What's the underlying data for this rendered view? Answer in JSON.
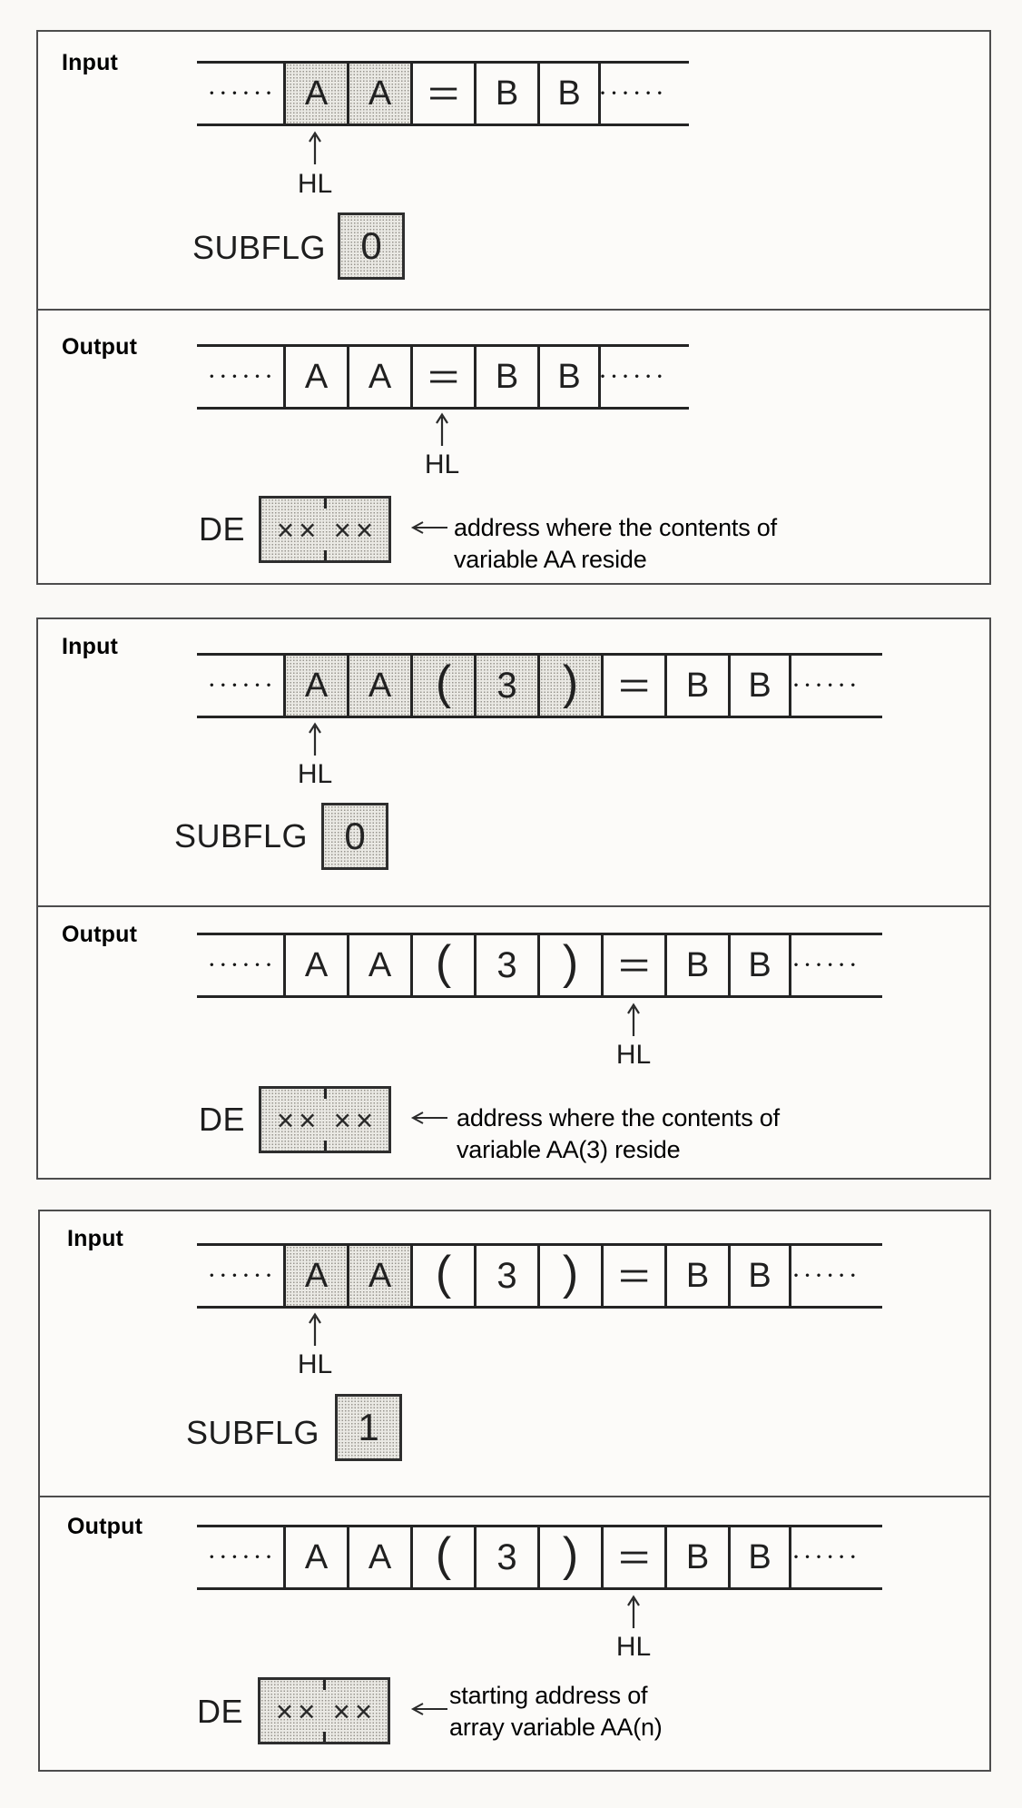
{
  "shared": {
    "dots": "••••••"
  },
  "panels": [
    {
      "input": {
        "label": "Input",
        "cells": [
          {
            "ch": "A",
            "shaded": true
          },
          {
            "ch": "A",
            "shaded": true
          },
          {
            "ch": "=",
            "shaded": false
          },
          {
            "ch": "B",
            "shaded": false
          },
          {
            "ch": "B",
            "shaded": false
          }
        ],
        "pointer_label": "HL",
        "register_label": "SUBFLG",
        "register_value": "0"
      },
      "output": {
        "label": "Output",
        "cells": [
          {
            "ch": "A",
            "shaded": false
          },
          {
            "ch": "A",
            "shaded": false
          },
          {
            "ch": "=",
            "shaded": false
          },
          {
            "ch": "B",
            "shaded": false
          },
          {
            "ch": "B",
            "shaded": false
          }
        ],
        "pointer_label": "HL",
        "register_label": "DE",
        "register_value": "×× ××",
        "annotation": {
          "line1": "address where the contents of",
          "line2": "variable AA reside"
        }
      }
    },
    {
      "input": {
        "label": "Input",
        "cells": [
          {
            "ch": "A",
            "shaded": true
          },
          {
            "ch": "A",
            "shaded": true
          },
          {
            "ch": "(",
            "shaded": true
          },
          {
            "ch": "3",
            "shaded": true
          },
          {
            "ch": ")",
            "shaded": true
          },
          {
            "ch": "=",
            "shaded": false
          },
          {
            "ch": "B",
            "shaded": false
          },
          {
            "ch": "B",
            "shaded": false
          }
        ],
        "pointer_label": "HL",
        "register_label": "SUBFLG",
        "register_value": "0"
      },
      "output": {
        "label": "Output",
        "cells": [
          {
            "ch": "A",
            "shaded": false
          },
          {
            "ch": "A",
            "shaded": false
          },
          {
            "ch": "(",
            "shaded": false
          },
          {
            "ch": "3",
            "shaded": false
          },
          {
            "ch": ")",
            "shaded": false
          },
          {
            "ch": "=",
            "shaded": false
          },
          {
            "ch": "B",
            "shaded": false
          },
          {
            "ch": "B",
            "shaded": false
          }
        ],
        "pointer_label": "HL",
        "register_label": "DE",
        "register_value": "×× ××",
        "annotation": {
          "line1": "address where the contents of",
          "line2": "variable AA(3) reside"
        }
      }
    },
    {
      "input": {
        "label": "Input",
        "cells": [
          {
            "ch": "A",
            "shaded": true
          },
          {
            "ch": "A",
            "shaded": true
          },
          {
            "ch": "(",
            "shaded": false
          },
          {
            "ch": "3",
            "shaded": false
          },
          {
            "ch": ")",
            "shaded": false
          },
          {
            "ch": "=",
            "shaded": false
          },
          {
            "ch": "B",
            "shaded": false
          },
          {
            "ch": "B",
            "shaded": false
          }
        ],
        "pointer_label": "HL",
        "register_label": "SUBFLG",
        "register_value": "1"
      },
      "output": {
        "label": "Output",
        "cells": [
          {
            "ch": "A",
            "shaded": false
          },
          {
            "ch": "A",
            "shaded": false
          },
          {
            "ch": "(",
            "shaded": false
          },
          {
            "ch": "3",
            "shaded": false
          },
          {
            "ch": ")",
            "shaded": false
          },
          {
            "ch": "=",
            "shaded": false
          },
          {
            "ch": "B",
            "shaded": false
          },
          {
            "ch": "B",
            "shaded": false
          }
        ],
        "pointer_label": "HL",
        "register_label": "DE",
        "register_value": "×× ××",
        "annotation": {
          "line1": "starting address of",
          "line2": "array variable AA(n)"
        }
      }
    }
  ]
}
